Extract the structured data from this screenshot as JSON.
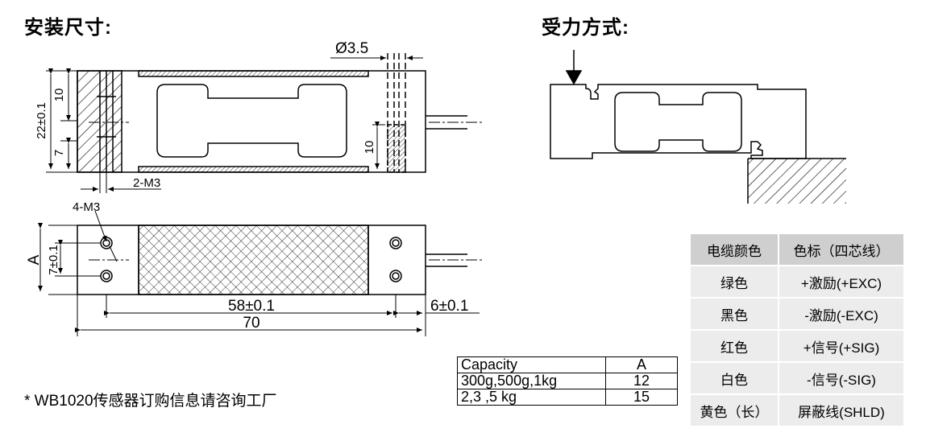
{
  "headings": {
    "install": "安装尺寸:",
    "force": "受力方式:"
  },
  "dims": {
    "hole_dia": "Ø3.5",
    "h22": "22±0.1",
    "h10": "10",
    "h7": "7",
    "m3_side": "2-M3",
    "h10_right": "10",
    "m3_top": "4-M3",
    "a_label": "A",
    "w7": "7±0.1",
    "len58": "58±0.1",
    "len70": "70",
    "end6": "6±0.1"
  },
  "capacity_table": {
    "headers": [
      "Capacity",
      "A"
    ],
    "rows": [
      [
        "300g,500g,1kg",
        "12"
      ],
      [
        "2,3 ,5 kg",
        "15"
      ]
    ]
  },
  "wire_table": {
    "headers": [
      "电缆颜色",
      "色标（四芯线）"
    ],
    "rows": [
      [
        "绿色",
        "+激励(+EXC)"
      ],
      [
        "黑色",
        "-激励(-EXC)"
      ],
      [
        "红色",
        "+信号(+SIG)"
      ],
      [
        "白色",
        "-信号(-SIG)"
      ],
      [
        "黄色（长）",
        "屏蔽线(SHLD)"
      ]
    ]
  },
  "note": "* WB1020传感器订购信息请咨询工厂"
}
